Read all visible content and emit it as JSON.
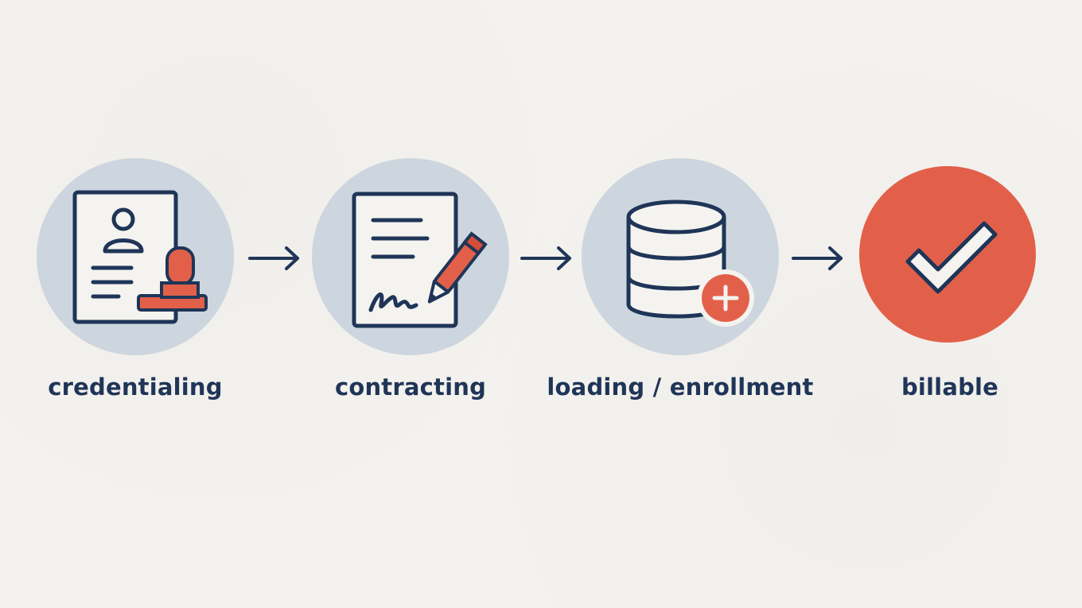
{
  "steps": [
    {
      "label": "credentialing",
      "icon": "credential-document-stamp-icon"
    },
    {
      "label": "contracting",
      "icon": "signed-contract-pen-icon"
    },
    {
      "label": "loading / enrollment",
      "icon": "database-add-icon"
    },
    {
      "label": "billable",
      "icon": "checkmark-icon"
    }
  ],
  "connectors": [
    "arrow-right-icon",
    "arrow-right-icon",
    "arrow-right-icon"
  ],
  "colors": {
    "background": "#f4f2ee",
    "circle": "#cdd6de",
    "accent": "#e2604a",
    "ink": "#1f3558"
  }
}
